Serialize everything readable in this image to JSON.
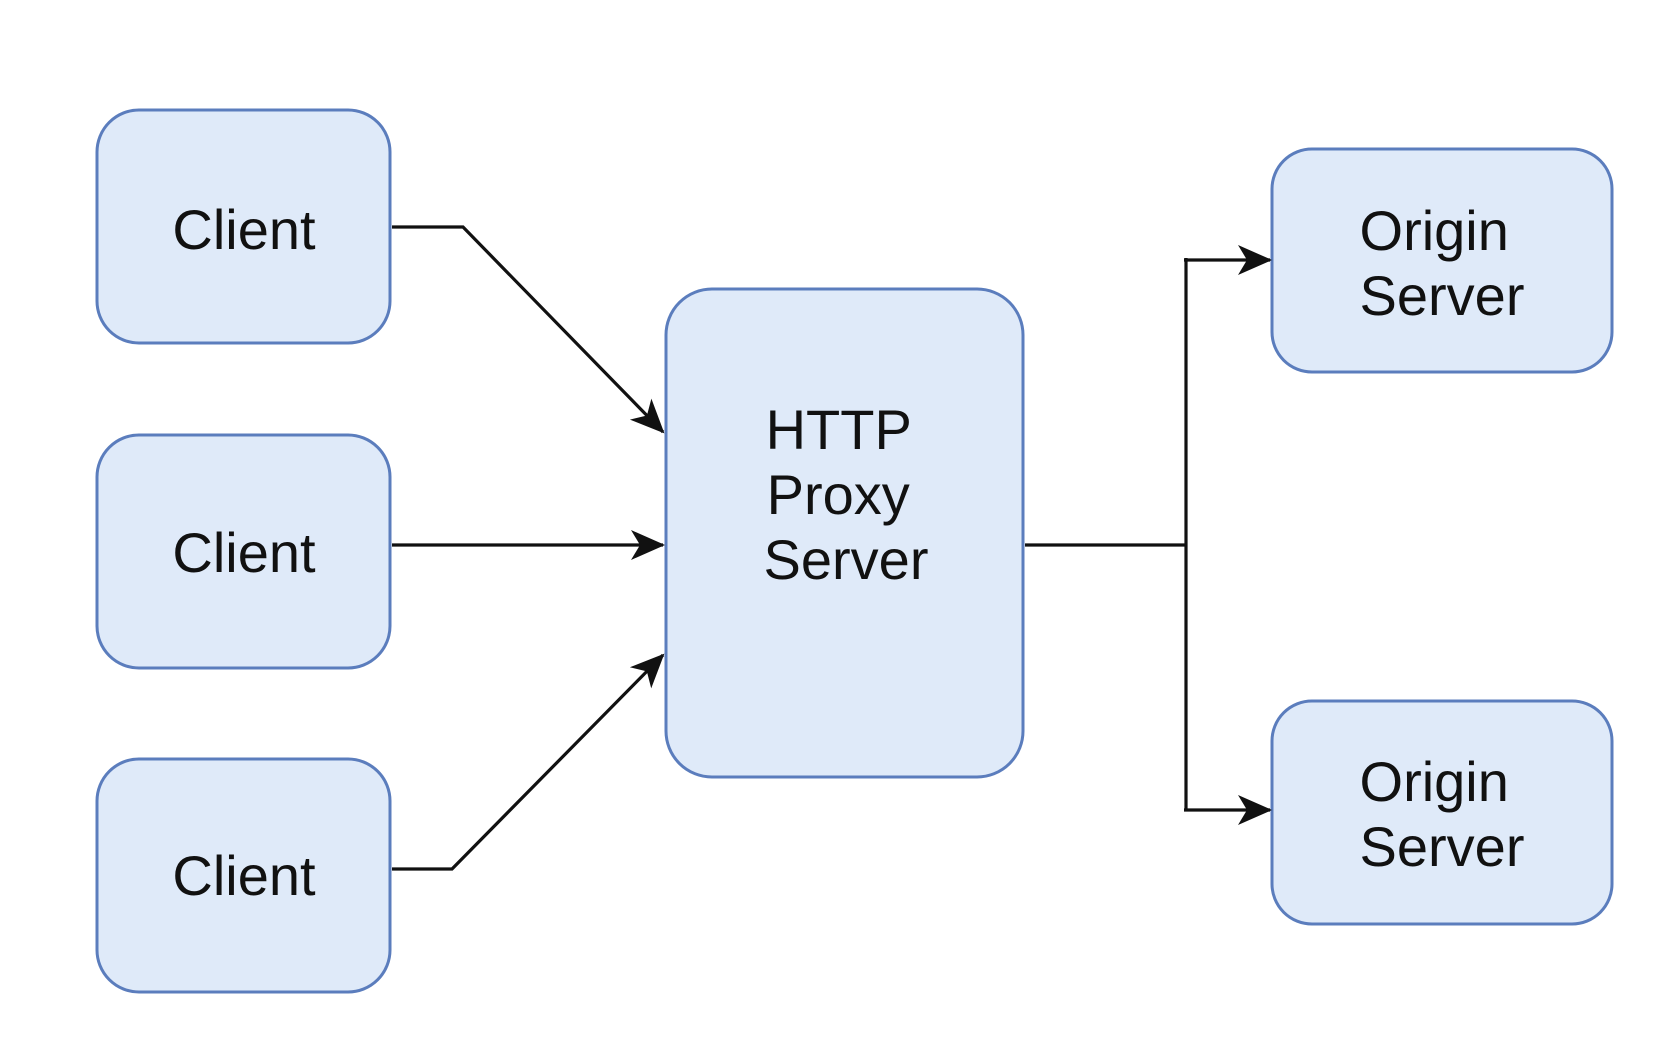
{
  "diagram": {
    "client_top": {
      "label": "Client"
    },
    "client_middle": {
      "label": "Client"
    },
    "client_bottom": {
      "label": "Client"
    },
    "proxy": {
      "lines": [
        "HTTP",
        "Proxy",
        "Server"
      ]
    },
    "origin_top": {
      "lines": [
        "Origin",
        "Server"
      ]
    },
    "origin_bottom": {
      "lines": [
        "Origin",
        "Server"
      ]
    }
  },
  "colors": {
    "node_fill": "#dfeaf9",
    "node_border": "#5b7dbd",
    "connector": "#111111"
  }
}
